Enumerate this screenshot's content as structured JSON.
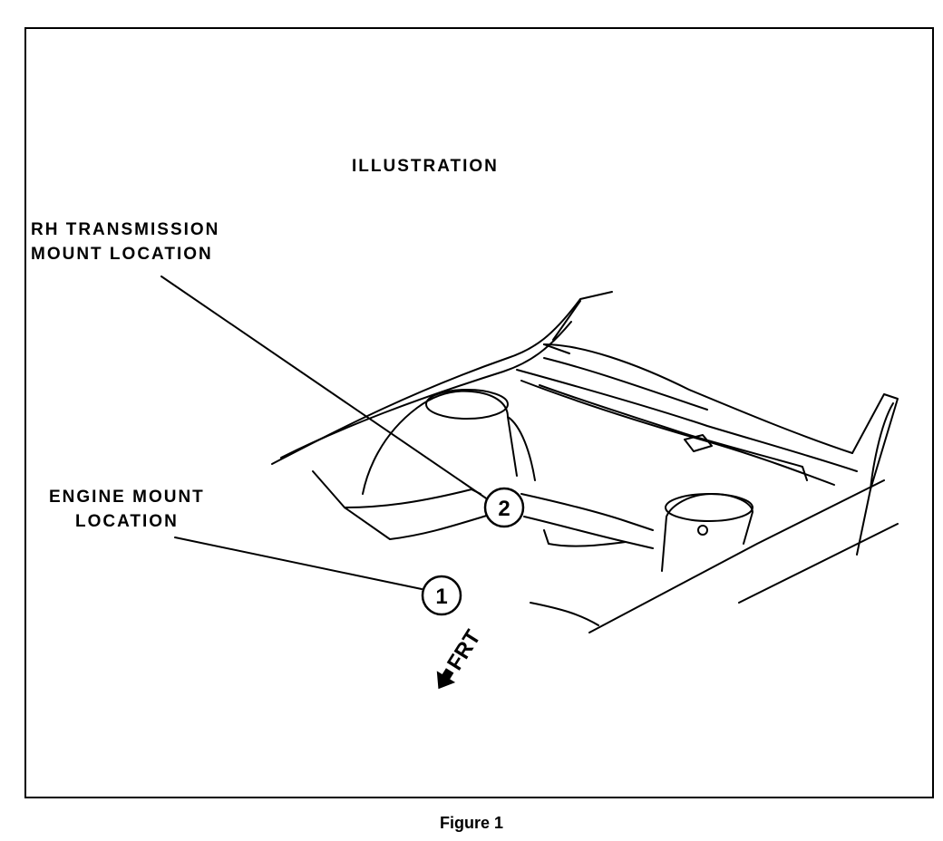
{
  "heading": "ILLUSTRATION",
  "callouts": {
    "rh_transmission": {
      "line1": "RH TRANSMISSION",
      "line2": "MOUNT LOCATION",
      "number": "2"
    },
    "engine_mount": {
      "line1": "ENGINE MOUNT",
      "line2": "LOCATION",
      "number": "1"
    }
  },
  "direction_indicator": "FRT",
  "caption": "Figure 1",
  "colors": {
    "ink": "#000000",
    "paper": "#ffffff"
  }
}
